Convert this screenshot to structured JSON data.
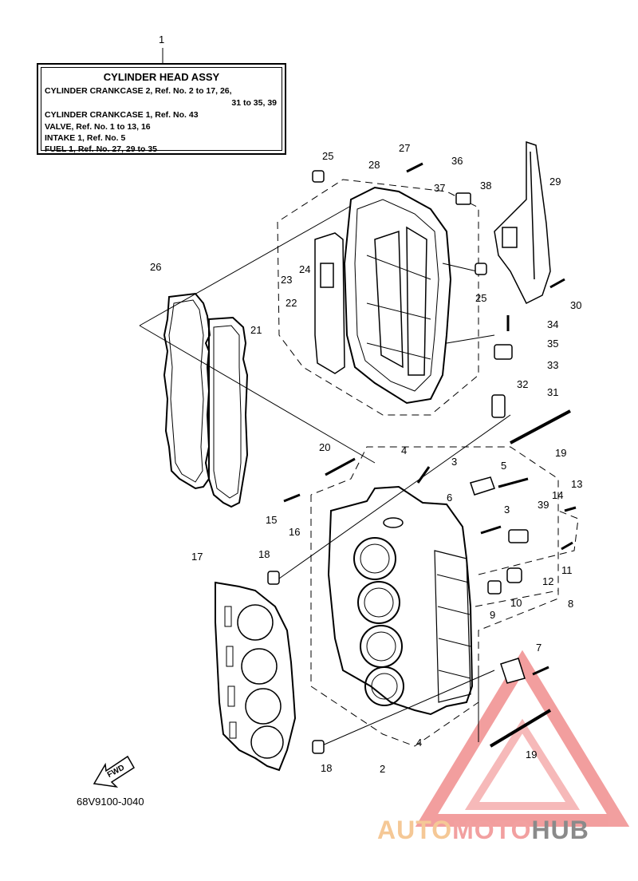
{
  "title_box": {
    "heading": "CYLINDER HEAD ASSY",
    "lines": [
      "CYLINDER CRANKCASE 2,  Ref. No. 2 to 17, 26,",
      "31 to 35, 39",
      "CYLINDER CRANKCASE 1,  Ref. No. 43",
      "VALVE,  Ref. No. 1 to 13, 16",
      "INTAKE 1,  Ref. No. 5",
      "FUEL 1,  Ref. No. 27, 29 to 35"
    ]
  },
  "callouts": [
    "1",
    "2",
    "3",
    "3",
    "4",
    "4",
    "5",
    "6",
    "7",
    "8",
    "9",
    "10",
    "11",
    "12",
    "13",
    "14",
    "15",
    "16",
    "17",
    "18",
    "18",
    "19",
    "19",
    "20",
    "21",
    "22",
    "23",
    "24",
    "25",
    "25",
    "26",
    "27",
    "28",
    "29",
    "30",
    "31",
    "32",
    "33",
    "34",
    "35",
    "36",
    "37",
    "38",
    "39"
  ],
  "fwd_label": "FWD",
  "diagram_code": "68V9100-J040",
  "watermark": {
    "part1": "AUTO",
    "part2": "MOTO",
    "part3": "HUB"
  },
  "colors": {
    "line": "#000000",
    "watermark_red": "#e85050",
    "watermark_orange": "#f5c896",
    "watermark_gray": "#8a8a8a"
  }
}
